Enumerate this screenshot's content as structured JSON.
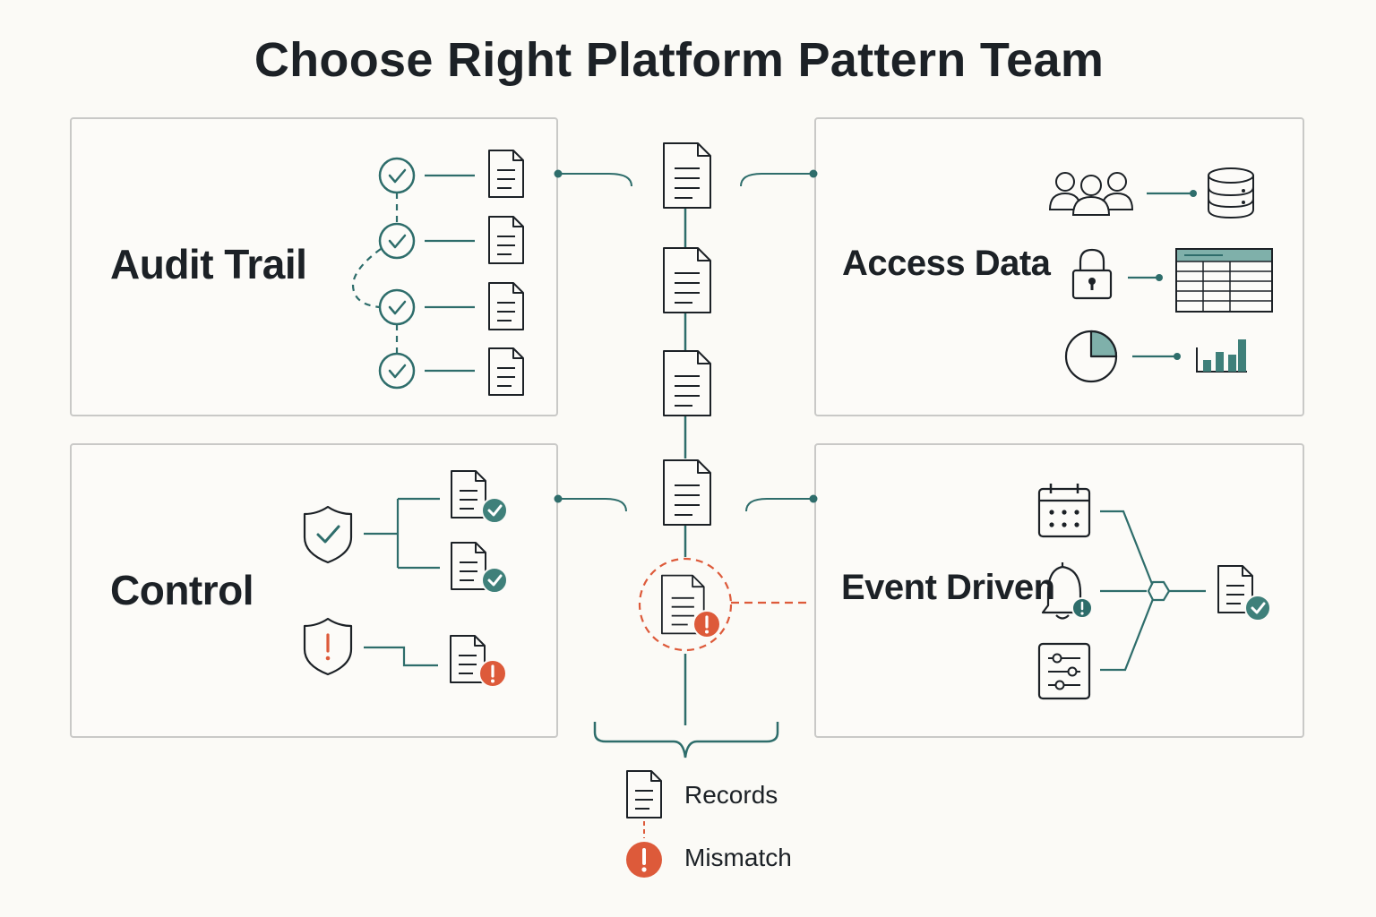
{
  "title": "Choose Right Platform Pattern Team",
  "panels": {
    "audit": "Audit Trail",
    "access": "Access Data",
    "control": "Control",
    "event": "Event Driven"
  },
  "legend": {
    "records": "Records",
    "mismatch": "Mismatch"
  },
  "colors": {
    "teal": "#2e6d6b",
    "teal_fill": "#3f807a",
    "alert": "#dd5a3a",
    "ink": "#1c2126",
    "border": "#c9c9c7",
    "background": "#fbfaf6"
  }
}
